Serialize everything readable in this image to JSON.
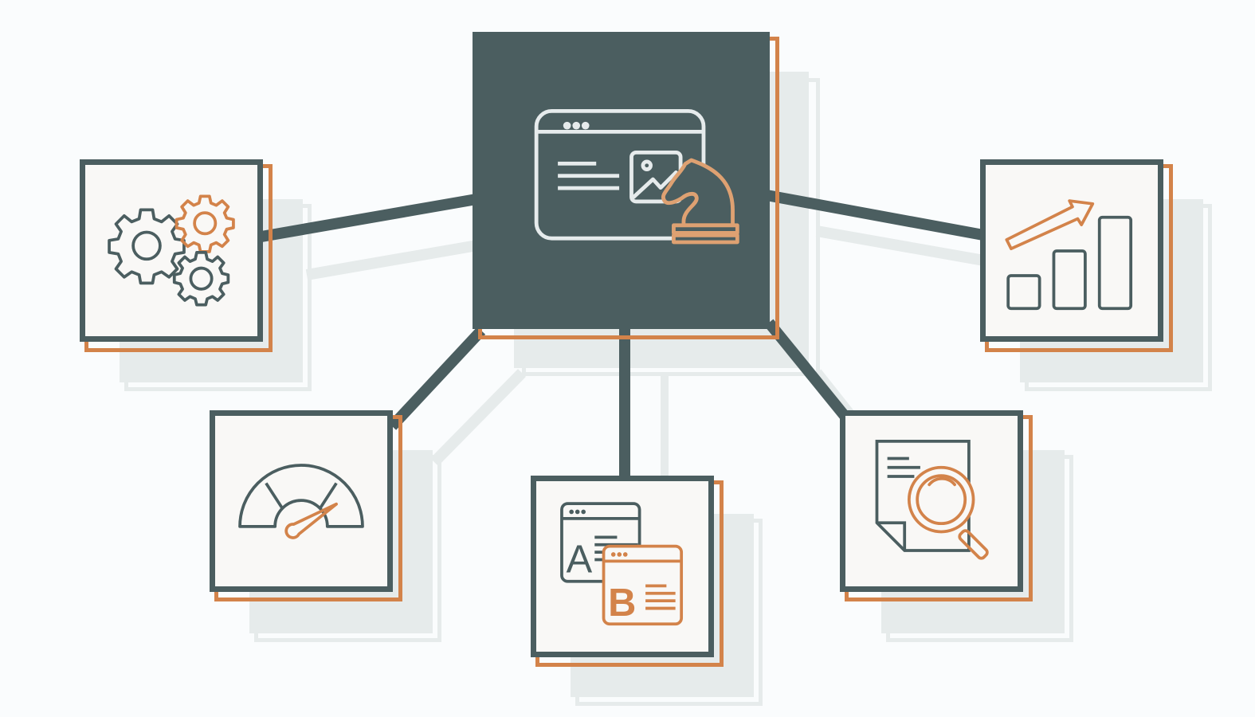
{
  "diagram": {
    "type": "hub-and-spoke",
    "colors": {
      "background": "#fafcfd",
      "primary_dark": "#4b5e60",
      "accent_orange": "#d3834a",
      "accent_orange_light": "#dea172",
      "shadow": "#e6ebeb",
      "card_fill": "#f9f8f6",
      "icon_light": "#e6ebec"
    },
    "hub": {
      "icon": "web-page-strategy-icon",
      "description": "browser window with text lines and image, chess knight"
    },
    "nodes": [
      {
        "id": "settings",
        "icon": "gears-icon",
        "position": "left"
      },
      {
        "id": "speed",
        "icon": "speedometer-icon",
        "position": "bottom-left"
      },
      {
        "id": "ab-testing",
        "icon": "ab-test-icon",
        "position": "bottom-center",
        "letters": [
          "A",
          "B"
        ]
      },
      {
        "id": "content-search",
        "icon": "document-search-icon",
        "position": "bottom-right"
      },
      {
        "id": "growth",
        "icon": "growth-chart-icon",
        "position": "right"
      }
    ]
  }
}
